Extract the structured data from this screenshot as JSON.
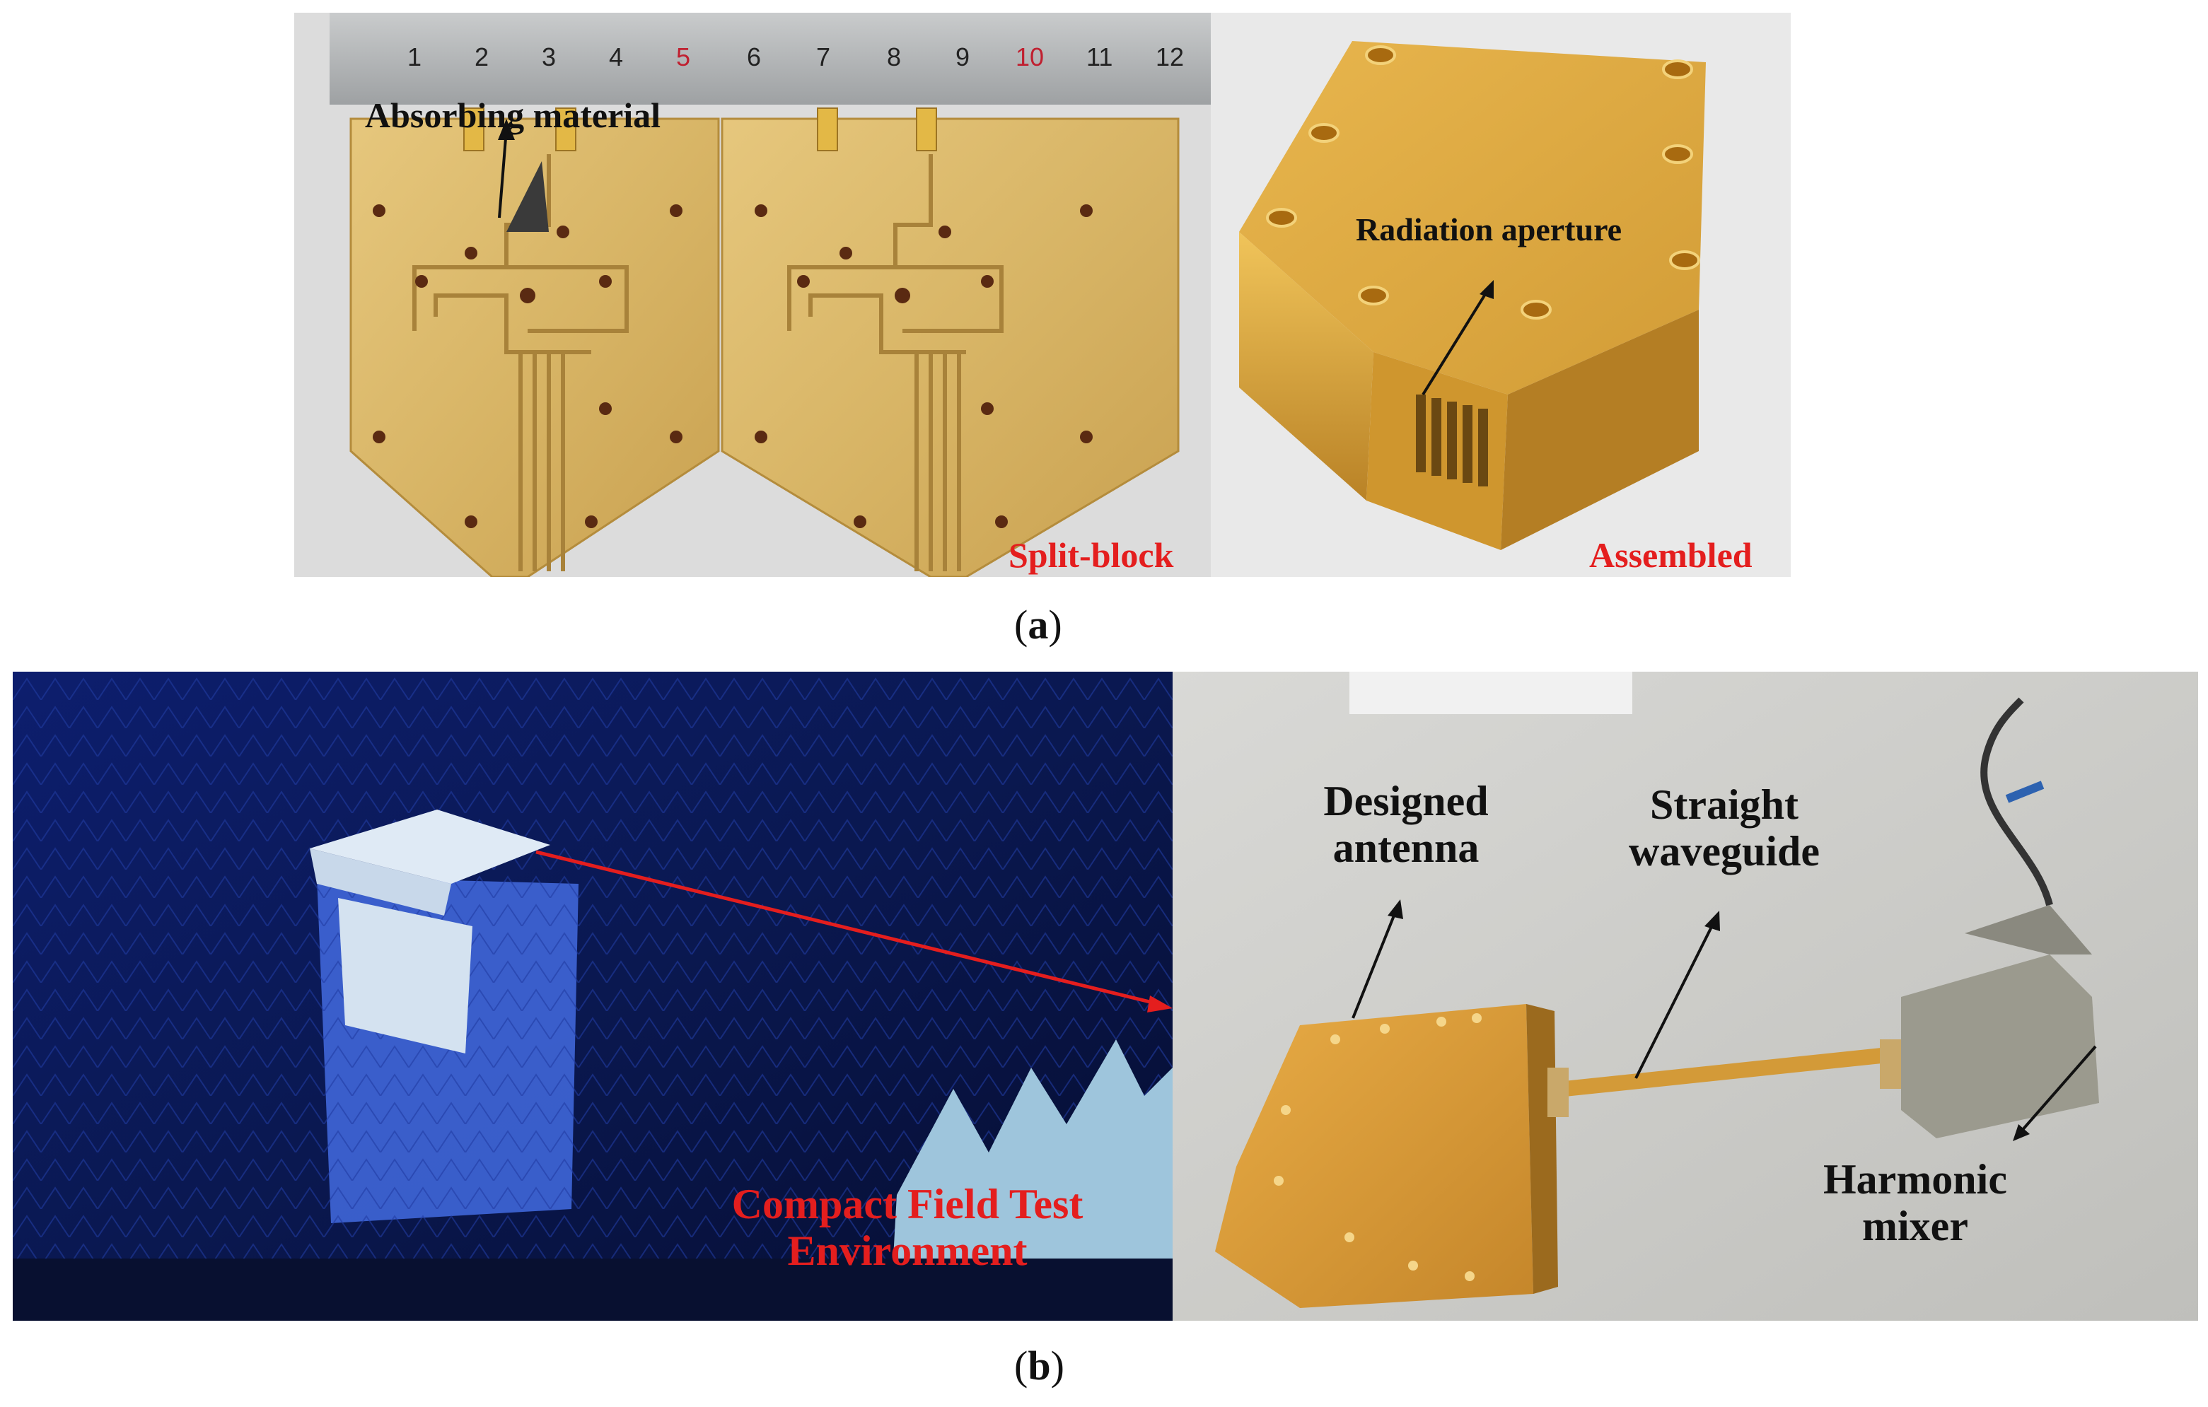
{
  "figure": {
    "panel_a": {
      "caption_letter": "a",
      "split_block_photo": {
        "ruler_numbers": [
          "1",
          "2",
          "3",
          "4",
          "5",
          "6",
          "7",
          "8",
          "9",
          "10",
          "11",
          "12"
        ],
        "label_absorbing": "Absorbing material",
        "label_tag": "Split-block"
      },
      "assembled_photo": {
        "label_aperture": "Radiation aperture",
        "label_tag": "Assembled"
      }
    },
    "panel_b": {
      "caption_letter": "b",
      "chamber_photo": {
        "label_environment_line1": "Compact Field Test",
        "label_environment_line2": "Environment"
      },
      "setup_photo": {
        "label_antenna_line1": "Designed",
        "label_antenna_line2": "antenna",
        "label_waveguide_line1": "Straight",
        "label_waveguide_line2": "waveguide",
        "label_mixer_line1": "Harmonic",
        "label_mixer_line2": "mixer"
      }
    },
    "colors": {
      "tag_red": "#e41e1e",
      "gold": "#d9b25a",
      "chamber_blue": "#0b1a5c"
    }
  }
}
